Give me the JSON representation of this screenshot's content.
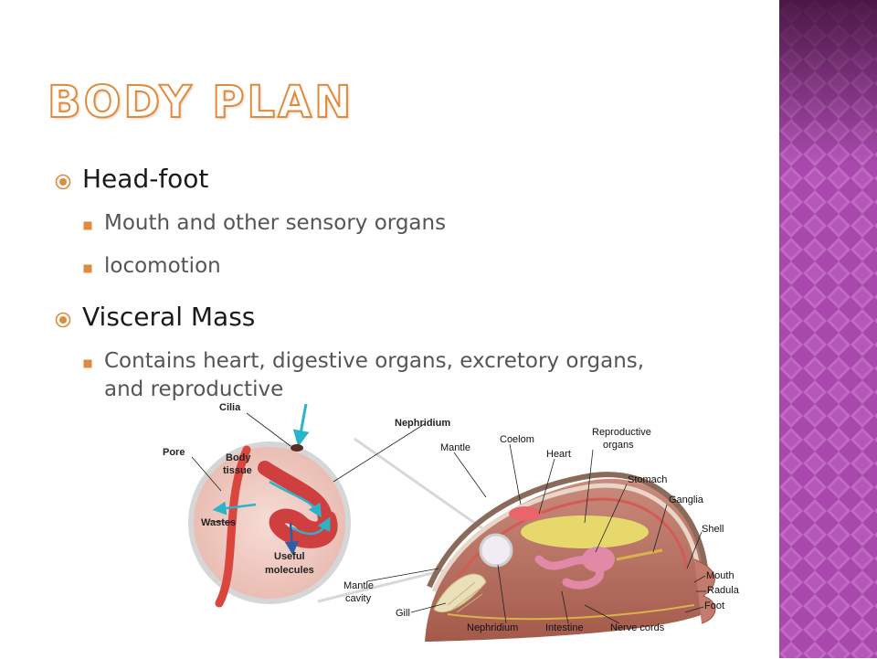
{
  "title": "Body Plan",
  "bullets": [
    {
      "text": "Head-foot",
      "subitems": [
        "Mouth and other sensory organs",
        "locomotion"
      ]
    },
    {
      "text": "Visceral Mass",
      "subitems": [
        "Contains heart, digestive organs, excretory organs, and reproductive"
      ]
    }
  ],
  "diagram": {
    "inset_labels": {
      "cilia": "Cilia",
      "nephridium": "Nephridium",
      "pore": "Pore",
      "body_tissue_1": "Body",
      "body_tissue_2": "tissue",
      "wastes": "Wastes",
      "useful_1": "Useful",
      "useful_2": "molecules"
    },
    "body_labels": {
      "mantle": "Mantle",
      "coelom": "Coelom",
      "heart": "Heart",
      "reproductive_1": "Reproductive",
      "reproductive_2": "organs",
      "stomach": "Stomach",
      "ganglia": "Ganglia",
      "shell": "Shell",
      "mouth": "Mouth",
      "radula": "Radula",
      "foot": "Foot",
      "nerve_cords": "Nerve cords",
      "intestine": "Intestine",
      "nephridium": "Nephridium",
      "gill": "Gill",
      "mantle_cavity_1": "Mantle",
      "mantle_cavity_2": "cavity"
    }
  },
  "colors": {
    "title_outline": "#e08a3c",
    "side_band": "#b04fb5",
    "bullet_icon": "#e08a3c"
  }
}
